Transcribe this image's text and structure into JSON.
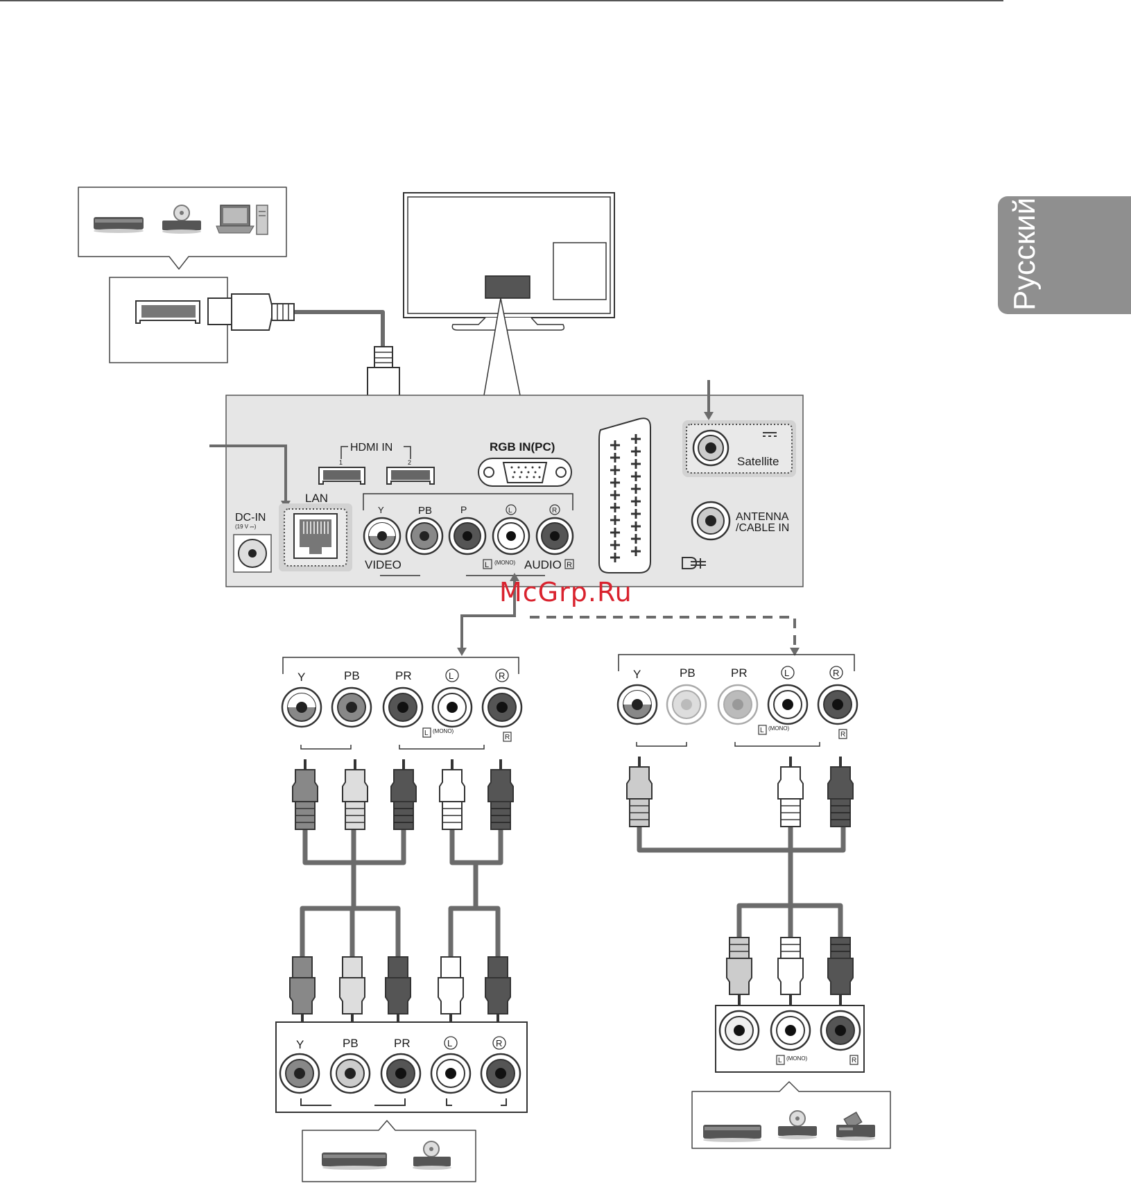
{
  "language_tab": "Русский",
  "watermark": "McGrp.Ru",
  "panel": {
    "hdmi_in": "HDMI IN",
    "hdmi_port_1": "1",
    "hdmi_port_2": "2",
    "rgb_in": "RGB IN(PC)",
    "lan": "LAN",
    "dc_in": "DC-IN",
    "dc_in_voltage": "(19 V ⎓)",
    "jack_y": "Y",
    "jack_pb": "PB",
    "jack_p": "P",
    "jack_l": "L",
    "jack_r": "R",
    "video": "VIDEO",
    "audio": "AUDIO",
    "mono_l": "L",
    "mono": "(MONO)",
    "audio_r": "R",
    "satellite": "Satellite",
    "satellite_symbol": "⎓",
    "antenna_1": "ANTENNA",
    "antenna_2": "/CABLE IN"
  },
  "left_block": {
    "y": "Y",
    "pb": "PB",
    "pr": "PR",
    "l": "L",
    "r": "R",
    "mono_l": "L",
    "mono": "(MONO)",
    "r_small": "R",
    "dev_y": "Y",
    "dev_pb": "PB",
    "dev_pr": "PR",
    "dev_l": "L",
    "dev_r": "R"
  },
  "right_block": {
    "y": "Y",
    "pb": "PB",
    "pr": "PR",
    "l": "L",
    "r": "R",
    "mono_l": "L",
    "mono": "(MONO)",
    "r_small": "R",
    "dev_mono_l": "L",
    "dev_mono": "(MONO)",
    "dev_r": "R"
  },
  "colors": {
    "panel": "#e6e6e6",
    "cable": "#6b6b6b",
    "tab": "#8f8f8f",
    "watermark": "#d9232e"
  }
}
